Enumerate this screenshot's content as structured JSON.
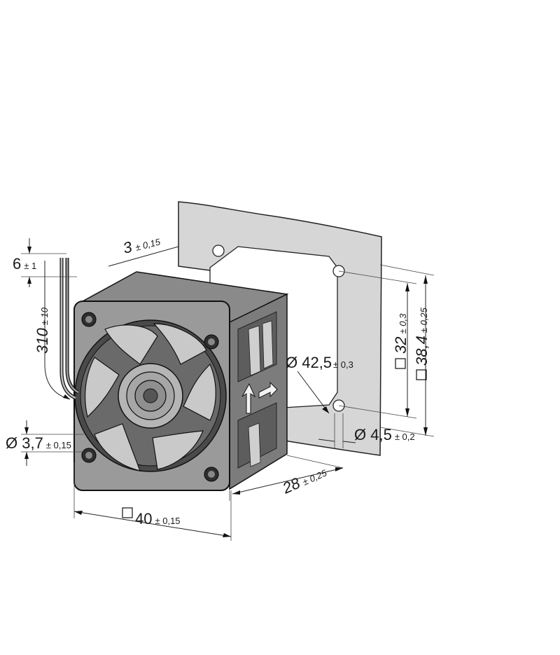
{
  "dimensions": {
    "cable_offset": {
      "value": "6",
      "tolerance": "± 1"
    },
    "panel_thickness": {
      "value": "3",
      "tolerance": "± 0,15"
    },
    "cable_length": {
      "value": "310",
      "tolerance": "± 10"
    },
    "cutout_diameter": {
      "value": "Ø 42,5",
      "tolerance": "± 0,3"
    },
    "hole_pitch": {
      "value": "32",
      "tolerance": "± 0,3"
    },
    "panel_square": {
      "value": "38,4",
      "tolerance": "± 0,25"
    },
    "mount_hole": {
      "value": "Ø 4,5",
      "tolerance": "± 0,2"
    },
    "fan_hole": {
      "value": "Ø 3,7",
      "tolerance": "± 0,15"
    },
    "fan_depth": {
      "value": "28",
      "tolerance": "± 0,25"
    },
    "fan_square": {
      "value": "40",
      "tolerance": "± 0,15"
    }
  },
  "colors": {
    "panel": "#d6d6d6",
    "fan_front": "#9a9a9a",
    "fan_side": "#7c7c7c",
    "fan_dark": "#4a4a4a",
    "blade": "#c9c9c9",
    "hub": "#b5b5b5"
  }
}
